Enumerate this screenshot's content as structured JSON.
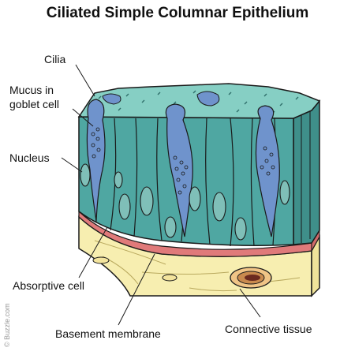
{
  "title": "Ciliated Simple Columnar Epithelium",
  "labels": {
    "cilia": "Cilia",
    "mucus_line1": "Mucus in",
    "mucus_line2": "goblet cell",
    "nucleus": "Nucleus",
    "absorptive": "Absorptive cell",
    "basement": "Basement membrane",
    "connective": "Connective tissue"
  },
  "watermark": "© Buzzle.com",
  "colors": {
    "cell_front": "#4fa7a2",
    "cell_side": "#3f8f8a",
    "cilia_top": "#86cfc4",
    "goblet": "#6f93cc",
    "basement": "#e07a7a",
    "connective": "#f7eeb0",
    "outline": "#1a1a1a"
  }
}
